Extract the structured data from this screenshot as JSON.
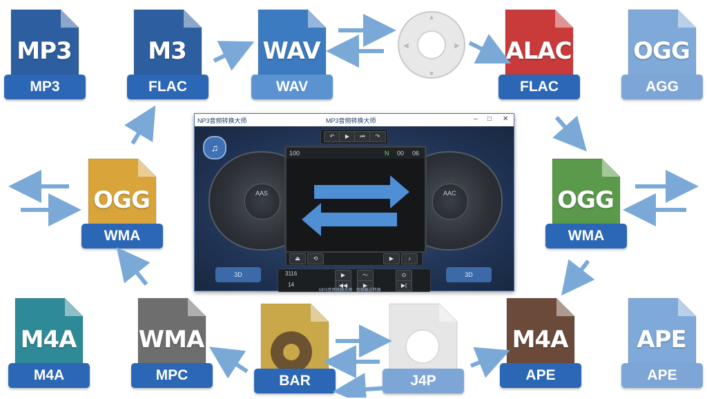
{
  "files": [
    {
      "id": "mp3-top-left",
      "big": "MP3",
      "tag": "MP3",
      "color": "#2d5fa0",
      "tagColor": "#2c67b5"
    },
    {
      "id": "flac-top",
      "big": "M3",
      "tag": "FLAC",
      "color": "#2d5fa0",
      "tagColor": "#2c67b5"
    },
    {
      "id": "wav-top",
      "big": "WAV",
      "tag": "WAV",
      "color": "#3d7bc0",
      "tagColor": "#5a93cf"
    },
    {
      "id": "alac-top",
      "big": "ALAC",
      "tag": "FLAC",
      "color": "#c93a3a",
      "tagColor": "#2c67b5"
    },
    {
      "id": "ogg-top-right",
      "big": "OGG",
      "tag": "AGG",
      "color": "#7fa9d8",
      "tagColor": "#7da6d6"
    },
    {
      "id": "ogg-left",
      "big": "OGG",
      "tag": "WMA",
      "color": "#d9a53a",
      "tagColor": "#2c67b5"
    },
    {
      "id": "ogg-right",
      "big": "OGG",
      "tag": "WMA",
      "color": "#5a9a4a",
      "tagColor": "#2c67b5"
    },
    {
      "id": "m4a-bottom-left",
      "big": "M4A",
      "tag": "M4A",
      "color": "#2f8a98",
      "tagColor": "#2c67b5"
    },
    {
      "id": "wma-bottom",
      "big": "WMA",
      "tag": "MPC",
      "color": "#6e6e6e",
      "tagColor": "#2c67b5"
    },
    {
      "id": "bar-bottom",
      "big": "",
      "tag": "BAR",
      "color": "#c9a84a",
      "tagColor": "#2c67b5"
    },
    {
      "id": "j4p-bottom",
      "big": "",
      "tag": "J4P",
      "color": "#e6e6e6",
      "tagColor": "#7da6d6"
    },
    {
      "id": "m4a-bottom-right",
      "big": "M4A",
      "tag": "APE",
      "color": "#6b4a3a",
      "tagColor": "#2c67b5"
    },
    {
      "id": "ape-bottom-right",
      "big": "APE",
      "tag": "APE",
      "color": "#7fa9d8",
      "tagColor": "#7da6d6"
    }
  ],
  "window": {
    "app_title": "NP3音频转换大师",
    "center_title": "MP3音频转换大师",
    "min": "–",
    "max": "□",
    "close": "✕",
    "wheel_left_label": "AAS",
    "wheel_right_label": "AAC",
    "screen_left": "100",
    "screen_right": "06",
    "screen_mid": "N",
    "screen_mid2": "00",
    "ctrl_left": "3D",
    "ctrl_right": "3D",
    "small_label_1": "3116",
    "small_label_2": "14",
    "caption": "MP3音频转换大师 · 音频格式转换"
  },
  "colors": {
    "accent": "#2c67b5",
    "arrow": "#7aa9d8",
    "window_bg": "#2a3e5f"
  }
}
